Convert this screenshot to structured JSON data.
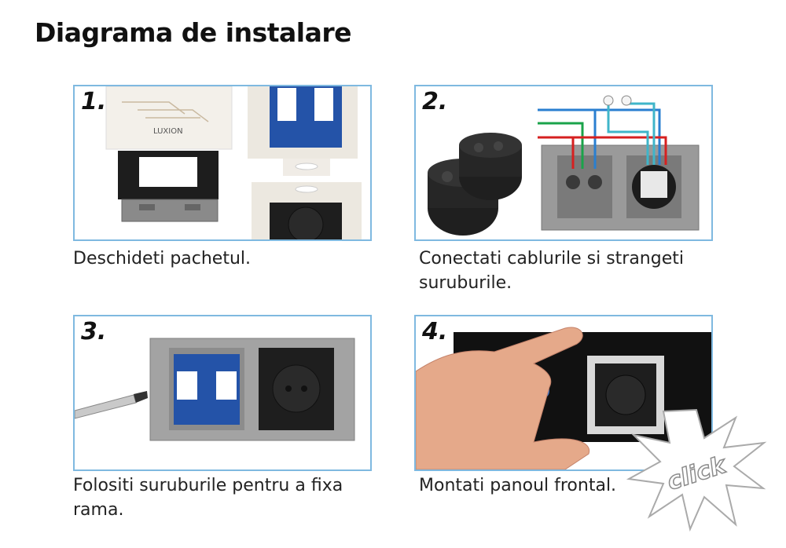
{
  "title": "Diagrama de instalare",
  "steps": [
    {
      "number": "1.",
      "caption": "Deschideti pachetul.",
      "brand": "LUXION"
    },
    {
      "number": "2.",
      "caption": "Conectati cablurile si strangeti suruburile."
    },
    {
      "number": "3.",
      "caption": "Folositi suruburile pentru a fixa rama."
    },
    {
      "number": "4.",
      "caption": "Montati panoul frontal.",
      "badge": "click"
    }
  ],
  "colors": {
    "frame": "#7fb9e0",
    "wire_blue": "#2a7fd0",
    "wire_green": "#1aa34a",
    "wire_red": "#d62020",
    "wire_cyan": "#3fb5c9",
    "module_blue": "#2453a8"
  }
}
